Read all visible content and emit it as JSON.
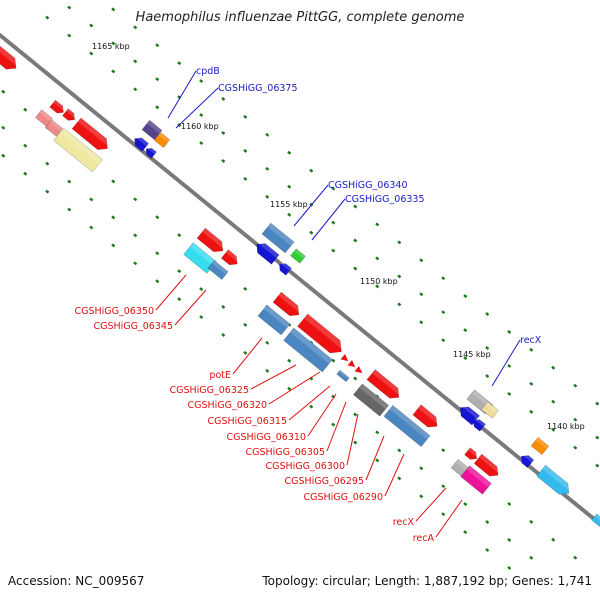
{
  "title": "Haemophilus influenzae PittGG, complete genome",
  "footer": {
    "accession": "Accession: NC_009567",
    "summary": "Topology: circular; Length: 1,887,192 bp; Genes: 1,741"
  },
  "colors": {
    "backbone": "#7a7a7a",
    "tick": "#1f7a1f",
    "label_top": "#1a1ac8",
    "label_bottom": "#dd1111",
    "red": "#ee1111",
    "steel_blue": "#4a86c0",
    "blue": "#1414d4",
    "cyan": "#33ddee",
    "khaki": "#eee8a0",
    "pink": "#f08888",
    "purple": "#55448a",
    "orange": "#ff8c00",
    "green": "#33cc33",
    "grey": "#b0b0b0",
    "dark_grey": "#666666",
    "magenta": "#ee1199",
    "light_blue": "#33bbee",
    "pale_yellow": "#eedd99"
  },
  "scale_labels": [
    "1165 kbp",
    "1160 kbp",
    "1155 kbp",
    "1150 kbp",
    "1145 kbp",
    "1140 kbp"
  ],
  "gene_labels_top": [
    "cpdB",
    "CGSHiGG_06375",
    "CGSHiGG_06340",
    "CGSHiGG_06335",
    "recX"
  ],
  "gene_labels_bottom": [
    "CGSHiGG_06350",
    "CGSHiGG_06345",
    "potE",
    "CGSHiGG_06325",
    "CGSHiGG_06320",
    "CGSHiGG_06315",
    "CGSHiGG_06310",
    "CGSHiGG_06305",
    "CGSHiGG_06300",
    "CGSHiGG_06295",
    "CGSHiGG_06290",
    "recX",
    "recA"
  ]
}
